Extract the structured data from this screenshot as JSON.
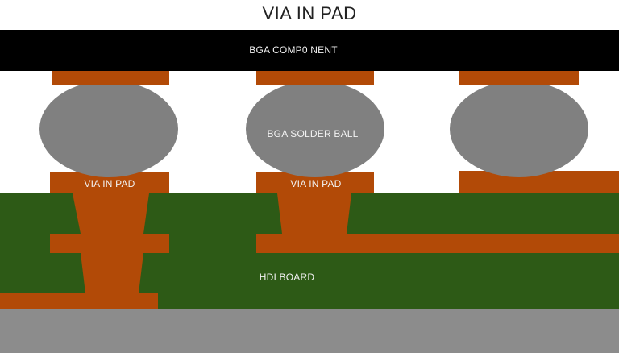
{
  "title": "VIA IN PAD",
  "labels": {
    "component": "BGA COMP0 NENT",
    "solder_ball": "BGA SOLDER BALL",
    "via_in_pad": "VIA IN PAD",
    "board": "HDI BOARD"
  },
  "colors": {
    "component": "#000000",
    "copper": "#b24a07",
    "solder_ball": "#808080",
    "board": "#2d5a16",
    "base": "#8c8c8c",
    "background": "#ffffff"
  }
}
